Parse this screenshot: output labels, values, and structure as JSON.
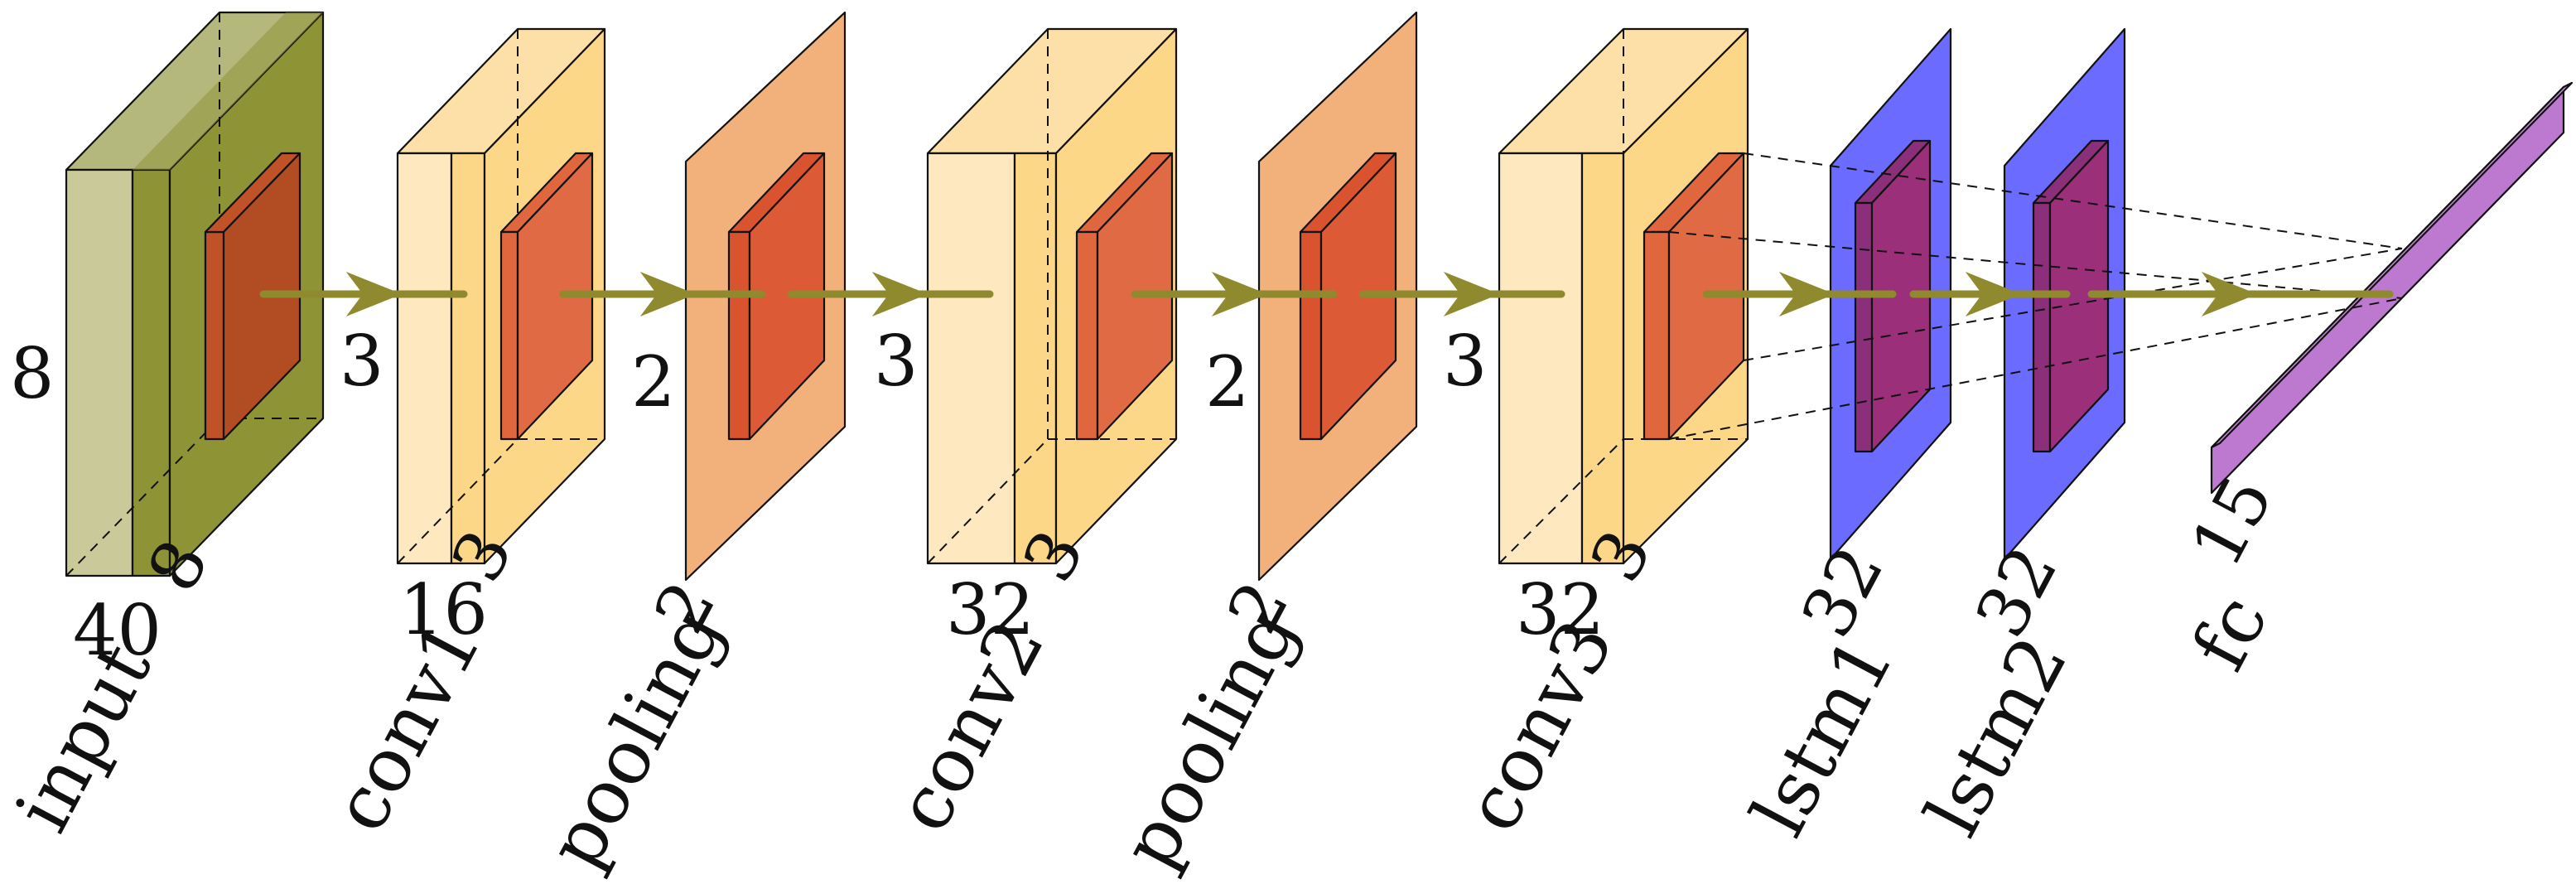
{
  "layers": [
    {
      "id": "input",
      "name": "input",
      "dims": [
        "8",
        "40",
        "8"
      ]
    },
    {
      "id": "conv1",
      "name": "conv1",
      "dims": [
        "3",
        "16",
        "3"
      ]
    },
    {
      "id": "pooling1",
      "name": "pooling",
      "dims": [
        "2",
        "2"
      ]
    },
    {
      "id": "conv2",
      "name": "conv2",
      "dims": [
        "3",
        "32",
        "3"
      ]
    },
    {
      "id": "pooling2",
      "name": "pooling",
      "dims": [
        "2",
        "2"
      ]
    },
    {
      "id": "conv3",
      "name": "conv3",
      "dims": [
        "3",
        "32",
        "3"
      ]
    },
    {
      "id": "lstm1",
      "name": "lstm1",
      "dims": [
        "32"
      ]
    },
    {
      "id": "lstm2",
      "name": "lstm2",
      "dims": [
        "32"
      ]
    },
    {
      "id": "fc",
      "name": "fc",
      "dims": [
        "15"
      ]
    }
  ],
  "colors": {
    "input_light": "#c9c99a",
    "input_dark": "#8e9336",
    "conv_light": "#fde8c0",
    "conv_mid": "#fcd788",
    "pooling": "#f2b07a",
    "kernel": "#d9532f",
    "lstm": "#6b6bff",
    "lstm_kernel": "#9b2f7a",
    "fc": "#bd79cf",
    "arrow": "#8f8a2e"
  }
}
